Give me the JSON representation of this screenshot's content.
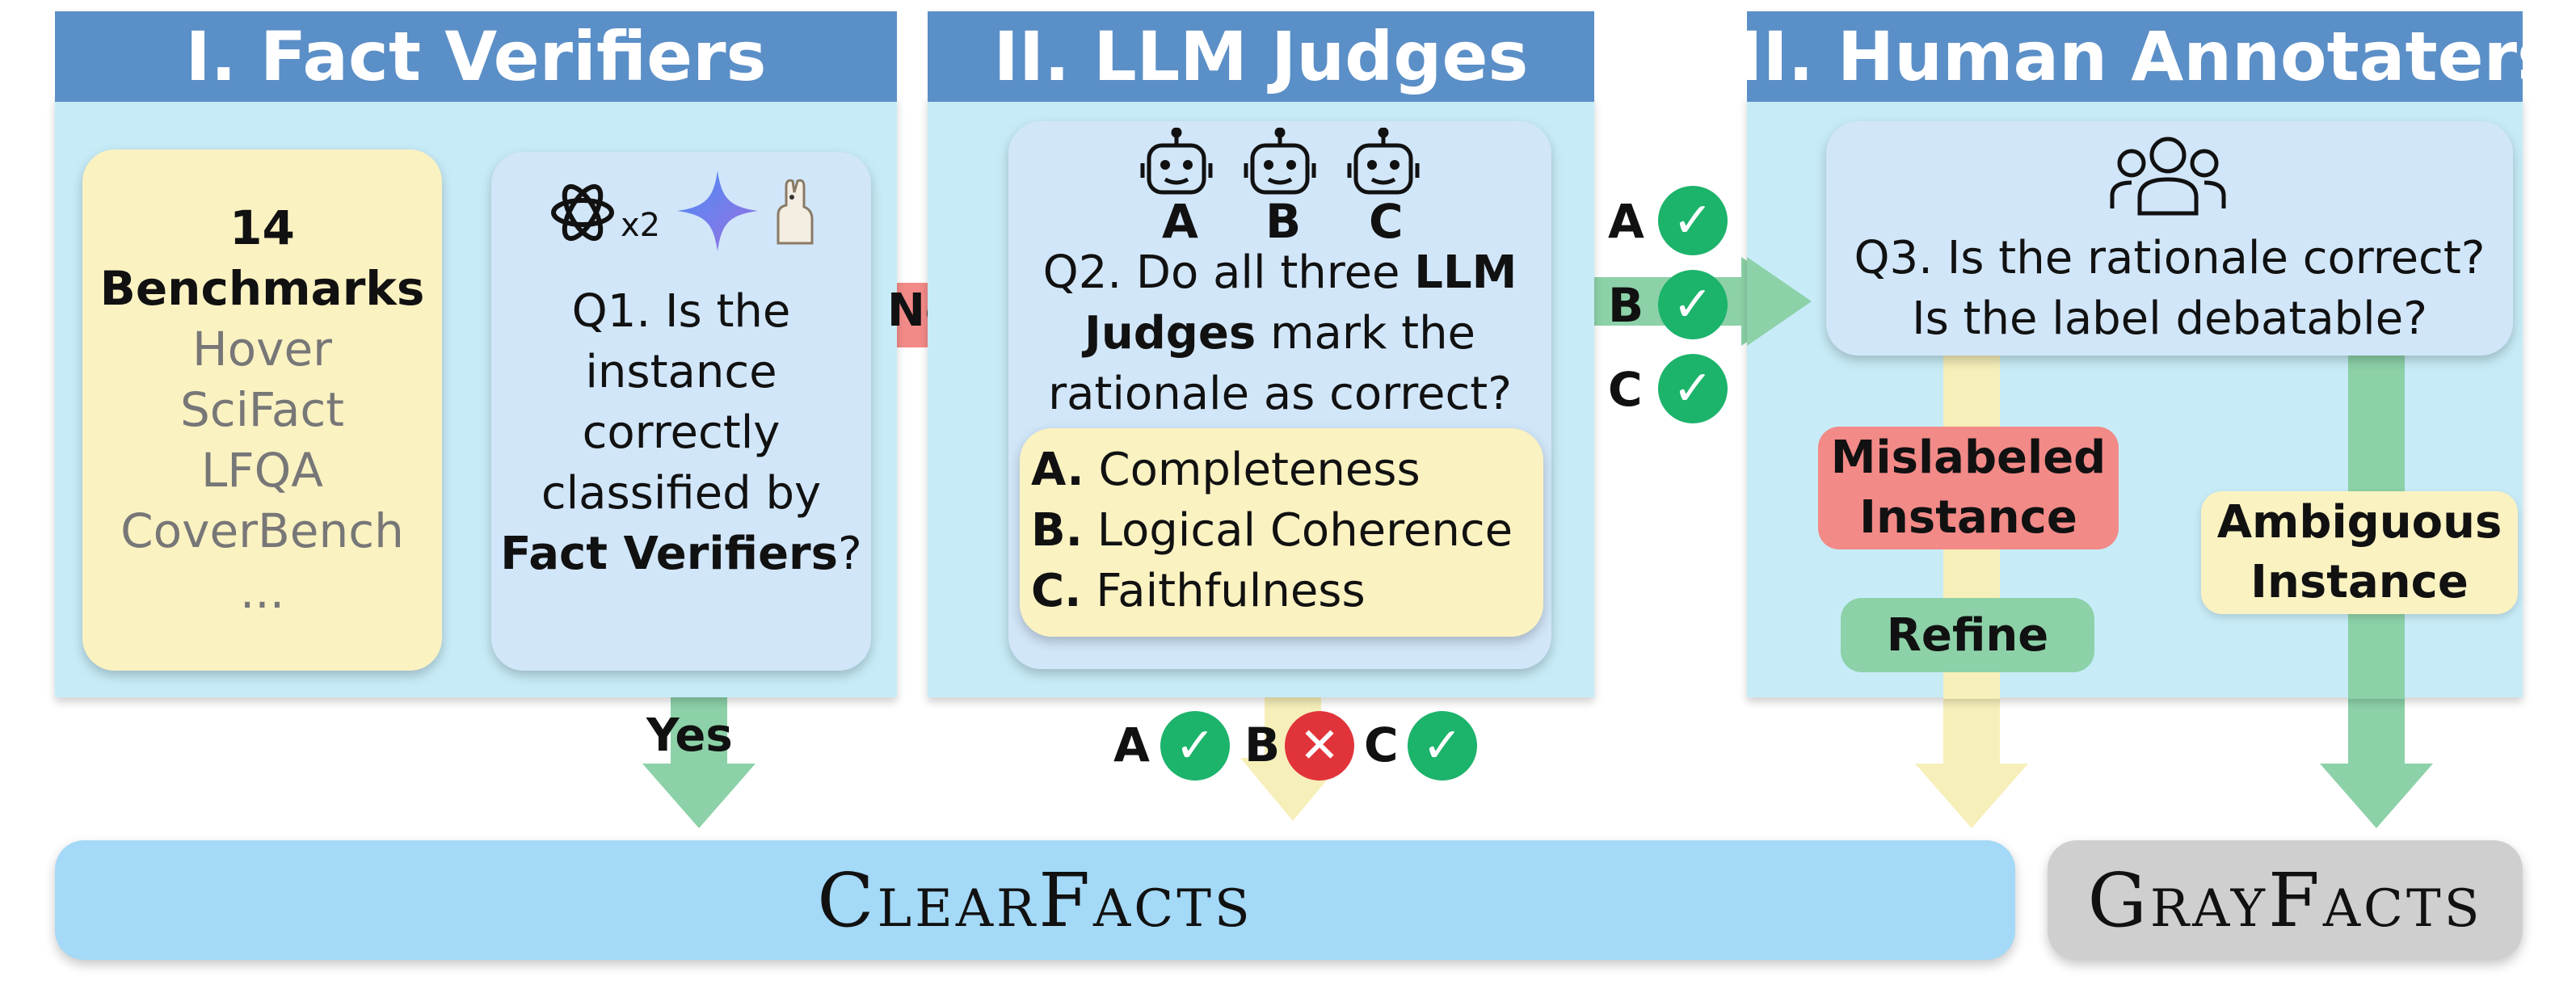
{
  "sections": {
    "fact_verifiers": {
      "title": "I. Fact Verifiers"
    },
    "llm_judges": {
      "title": "II. LLM Judges"
    },
    "human_annotators": {
      "title": "III. Human Annotaters"
    }
  },
  "benchmarks": {
    "count": "14",
    "label": "Benchmarks",
    "items": [
      "Hover",
      "SciFact",
      "LFQA",
      "CoverBench",
      "..."
    ]
  },
  "q1": {
    "multiplier": "x2",
    "lines": [
      "Q1. Is the",
      "instance",
      "correctly",
      "classified by"
    ],
    "bold": "Fact Verifiers",
    "end": "?"
  },
  "flow": {
    "no": "No",
    "yes": "Yes"
  },
  "judges": [
    "A",
    "B",
    "C"
  ],
  "q2": {
    "line1": "Q2. Do all three",
    "bold1": "LLM",
    "bold2": "Judges",
    "line2_rest": "mark the",
    "line3": "rationale as correct?"
  },
  "criteria": [
    {
      "letter": "A.",
      "text": "Completeness"
    },
    {
      "letter": "B.",
      "text": "Logical Coherence"
    },
    {
      "letter": "C.",
      "text": "Faithfulness"
    }
  ],
  "checks_right": [
    "A",
    "B",
    "C"
  ],
  "checks_bottom": [
    "A",
    "B",
    "C"
  ],
  "q3": {
    "line1": "Q3. Is the rationale correct?",
    "line2": "Is the label debatable?"
  },
  "mislabeled": {
    "line1": "Mislabeled",
    "line2": "Instance"
  },
  "refine": "Refine",
  "ambiguous": {
    "line1": "Ambiguous",
    "line2": "Instance"
  },
  "outputs": {
    "clear": "ClearFacts",
    "gray": "GrayFacts"
  },
  "colors": {
    "header": "#5b8fc7",
    "panel": "#c7ecf8",
    "check": "#1cb36b",
    "cross": "#e0343a",
    "arrow_no": "#f28a88"
  }
}
